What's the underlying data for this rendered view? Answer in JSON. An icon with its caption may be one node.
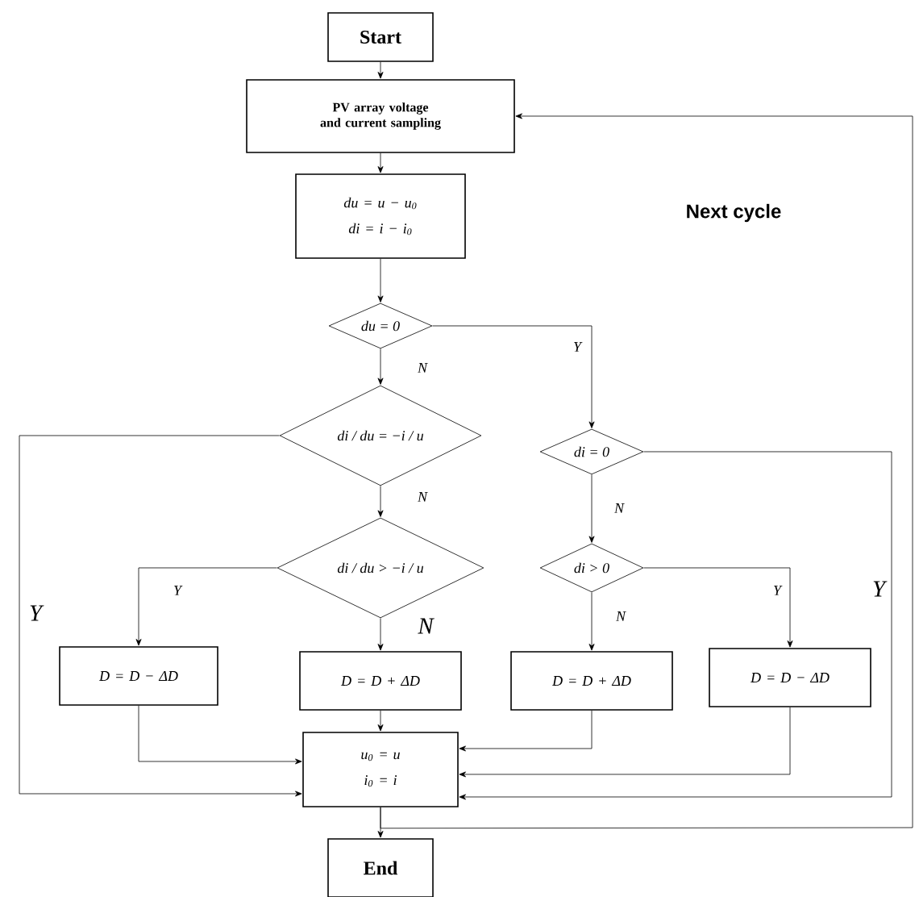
{
  "diagram": {
    "nodes": [
      {
        "text": [
          "Start"
        ]
      },
      {
        "text": [
          "PV array voltage and current sampling"
        ]
      },
      {
        "text": [
          "du = u − u$_{0}$",
          "di = i − i$_{0}$"
        ]
      },
      {
        "text": [
          "du = 0"
        ]
      },
      {
        "text": [
          "di / du = −i / u"
        ]
      },
      {
        "text": [
          "di = 0"
        ]
      },
      {
        "text": [
          "di / du > −i / u"
        ]
      },
      {
        "text": [
          "di > 0"
        ]
      },
      {
        "text": [
          "D = D − ΔD"
        ]
      },
      {
        "text": [
          "D = D + ΔD"
        ]
      },
      {
        "text": [
          "D = D + ΔD"
        ]
      },
      {
        "text": [
          "D = D − ΔD"
        ]
      },
      {
        "text": [
          "u$_{0}$ = u",
          "i$_{0}$ = i"
        ]
      },
      {
        "text": [
          "End"
        ]
      }
    ],
    "edges": [
      {
        "from": 0,
        "to": 1,
        "arrow": "to"
      },
      {
        "from": 1,
        "to": 2,
        "arrow": "to"
      },
      {
        "from": 2,
        "to": 3,
        "arrow": "to"
      },
      {
        "from": 3,
        "to": 4,
        "arrow": "to",
        "label": "N"
      },
      {
        "from": 3,
        "to": 5,
        "arrow": "to",
        "label": "Y"
      },
      {
        "from": 4,
        "to": 12,
        "arrow": "to",
        "label": "Y"
      },
      {
        "from": 4,
        "to": 6,
        "arrow": "to",
        "label": "N"
      },
      {
        "from": 6,
        "to": 8,
        "arrow": "to",
        "label": "Y"
      },
      {
        "from": 6,
        "to": 9,
        "arrow": "to",
        "label": "N"
      },
      {
        "from": 5,
        "to": 12,
        "arrow": "to",
        "label": "Y"
      },
      {
        "from": 5,
        "to": 7,
        "arrow": "to",
        "label": "N"
      },
      {
        "from": 7,
        "to": 10,
        "arrow": "to",
        "label": "N"
      },
      {
        "from": 7,
        "to": 11,
        "arrow": "to",
        "label": "Y"
      },
      {
        "from": 8,
        "to": 12,
        "arrow": "to"
      },
      {
        "from": 9,
        "to": 12,
        "arrow": "to"
      },
      {
        "from": 10,
        "to": 12,
        "arrow": "to"
      },
      {
        "from": 11,
        "to": 12,
        "arrow": "to"
      },
      {
        "from": 12,
        "to": 13,
        "arrow": "to"
      },
      {
        "from": 12,
        "to": 1,
        "arrow": "to",
        "label": "Next cycle"
      }
    ]
  }
}
